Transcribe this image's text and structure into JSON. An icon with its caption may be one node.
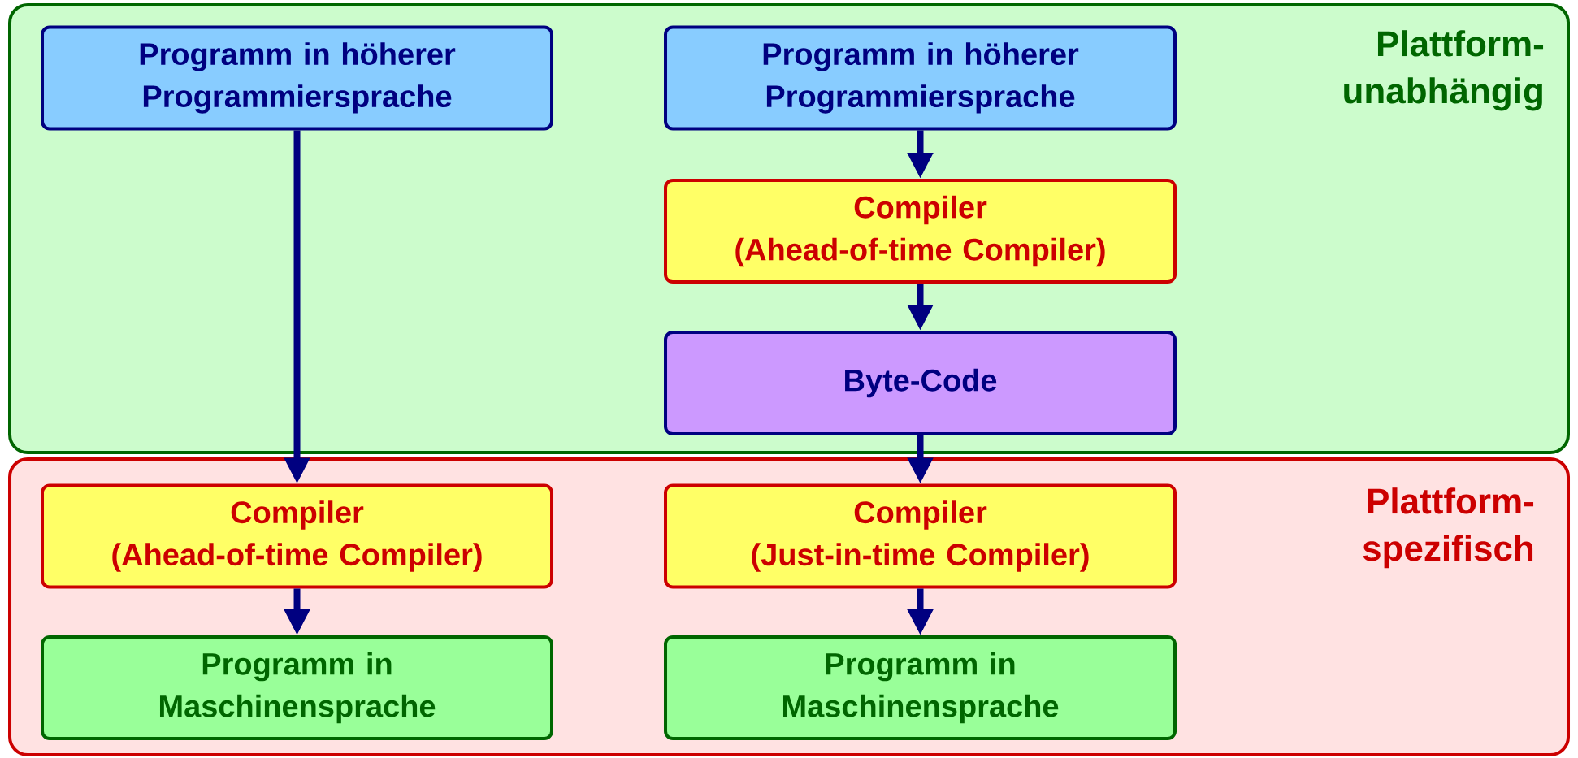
{
  "diagram": {
    "nodes": [
      {
        "text": [
          "Plattform- unabhängig"
        ]
      },
      {
        "text": [
          "Programm in höherer Programmiersprache"
        ],
        "in": 0
      },
      {
        "text": [
          "Programm in höherer Programmiersprache"
        ],
        "in": 0
      },
      {
        "text": [
          "Compiler",
          "(Ahead-of-time Compiler)"
        ],
        "in": 0
      },
      {
        "text": [
          "Byte-Code"
        ],
        "in": 0
      },
      {
        "text": [
          "Plattform- spezifisch"
        ]
      },
      {
        "text": [
          "Compiler",
          "(Ahead-of-time Compiler)"
        ],
        "in": 5
      },
      {
        "text": [
          "Compiler",
          "(Just-in-time Compiler)"
        ],
        "in": 5
      },
      {
        "text": [
          "Programm in Maschinensprache"
        ],
        "in": 5
      },
      {
        "text": [
          "Programm in Maschinensprache"
        ],
        "in": 5
      }
    ],
    "edges": [
      {
        "from": 1,
        "to": 6,
        "arrow": "to"
      },
      {
        "from": 2,
        "to": 3,
        "arrow": "to"
      },
      {
        "from": 3,
        "to": 4,
        "arrow": "to"
      },
      {
        "from": 4,
        "to": 7,
        "arrow": "to"
      },
      {
        "from": 6,
        "to": 8,
        "arrow": "to"
      },
      {
        "from": 7,
        "to": 9,
        "arrow": "to"
      }
    ]
  }
}
